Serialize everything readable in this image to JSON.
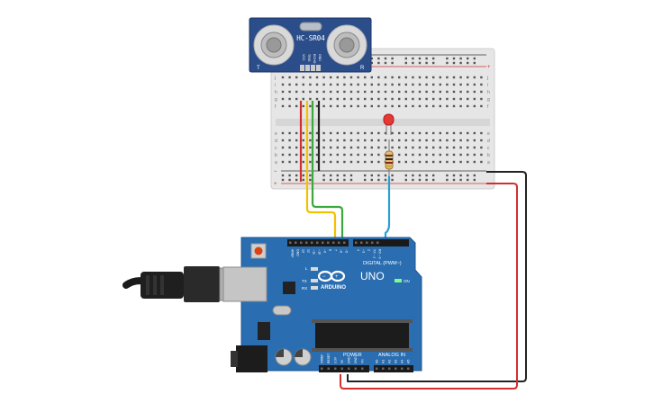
{
  "sensor": {
    "model": "HC-SR04",
    "pins": [
      "VCC",
      "TRIG",
      "ECHO",
      "GND"
    ],
    "left_mark": "T",
    "right_mark": "R"
  },
  "board": {
    "brand": "ARDUINO",
    "model": "UNO",
    "digital_header": "DIGITAL (PWM~)",
    "power_header": "POWER",
    "analog_header": "ANALOG IN",
    "on_label": "ON",
    "l_label": "L",
    "tx_label": "TX",
    "rx_label": "RX",
    "digital_pins": [
      "AREF",
      "GND",
      "13",
      "12",
      "~11",
      "~10",
      "~9",
      "8",
      "7",
      "~6",
      "~5",
      "4",
      "~3",
      "2",
      "TX→1",
      "RX←0"
    ],
    "power_pins": [
      "IOREF",
      "RESET",
      "3.3V",
      "5V",
      "GND",
      "GND",
      "Vin"
    ],
    "analog_pins": [
      "A0",
      "A1",
      "A2",
      "A3",
      "A4",
      "A5"
    ]
  },
  "breadboard": {
    "row_letters_top": [
      "j",
      "i",
      "h",
      "g",
      "f"
    ],
    "row_letters_bottom": [
      "e",
      "d",
      "c",
      "b",
      "a"
    ],
    "plus": "+",
    "minus": "−"
  },
  "colors": {
    "sensor_body": "#2b4d8a",
    "board_body": "#2a6db0",
    "wire_red": "#d32f2f",
    "wire_black": "#222222",
    "wire_yellow": "#f2c200",
    "wire_green": "#3aa83a",
    "wire_blue": "#2a9fd6",
    "led": "#e53935"
  }
}
